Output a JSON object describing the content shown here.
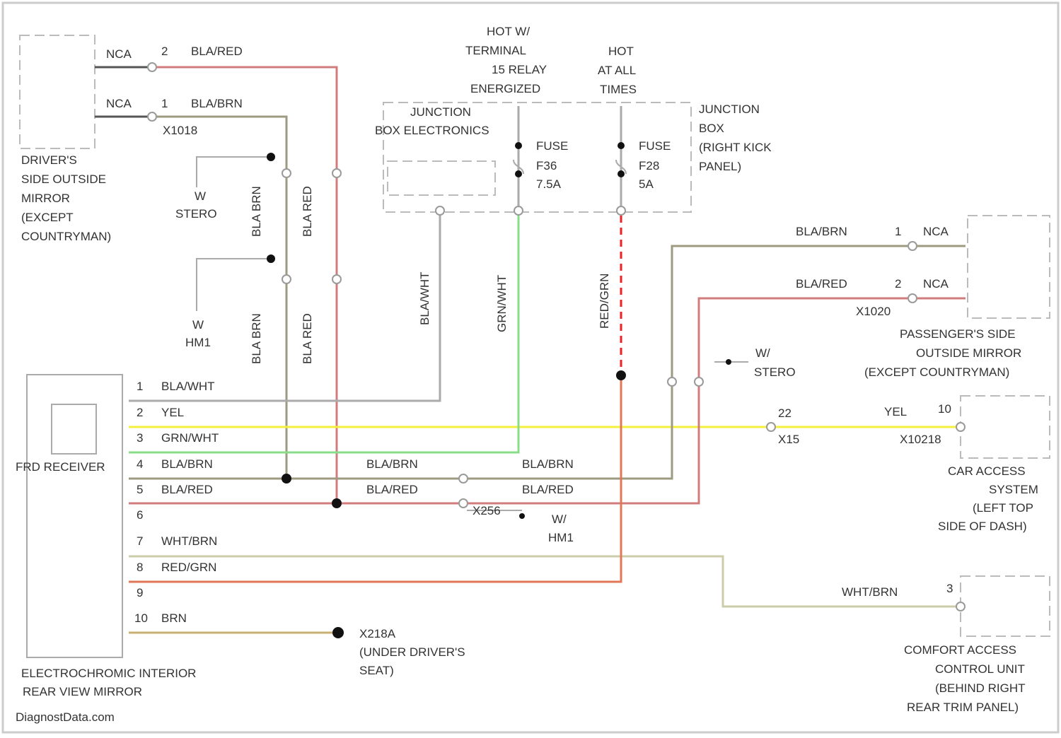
{
  "colors": {
    "bla_red": "#d07c7c",
    "bla_brn": "#9e9a80",
    "grey": "#aaaaaa",
    "yel": "#f4f03c",
    "grn_wht": "#88dd88",
    "red_grn": "#e07755",
    "wht_brn": "#ccccaa",
    "brn": "#c8b070",
    "nca": "#555555",
    "fuse_red": "#ee2222"
  },
  "labels": {
    "drv_mirror": [
      "DRIVER'S",
      "SIDE OUTSIDE",
      "MIRROR",
      "(EXCEPT",
      "COUNTRYMAN)"
    ],
    "nca_top": "NCA",
    "nca_bottom": "NCA",
    "pin_2_top": "2",
    "pin_1_top": "1",
    "bla_red_top": "BLA/RED",
    "bla_brn_top": "BLA/BRN",
    "x1018": "X1018",
    "w_stero_left": [
      "W",
      "STERO"
    ],
    "w_hm_left": [
      "W",
      "HM1"
    ],
    "hot_w_terminal": [
      "HOT W/",
      "TERMINAL",
      "15 RELAY",
      "ENERGIZED"
    ],
    "hot_all_times": [
      "HOT",
      "AT ALL",
      "TIMES"
    ],
    "jbe": [
      "JUNCTION",
      "BOX ELECTRONICS"
    ],
    "fuse_f36": [
      "FUSE",
      "F36",
      "7.5A"
    ],
    "fuse_f28": [
      "FUSE",
      "F28",
      "5A"
    ],
    "junction_box": [
      "JUNCTION",
      "BOX",
      "(RIGHT KICK",
      "PANEL)"
    ],
    "wire_bla_wht_v": "BLA/WHT",
    "wire_grn_wht_v": "GRN/WHT",
    "wire_red_grn_v": "RED/GRN",
    "vert_bla_brn_a": "BLA BRN",
    "vert_bla_red_a": "BLA RED",
    "vert_bla_brn_b": "BLA BRN",
    "vert_bla_red_b": "BLA RED",
    "frd_receiver": "FRD RECEIVER",
    "mirror_pins": [
      {
        "num": "1",
        "label": "BLA/WHT"
      },
      {
        "num": "2",
        "label": "YEL"
      },
      {
        "num": "3",
        "label": "GRN/WHT"
      },
      {
        "num": "4",
        "label": "BLA/BRN"
      },
      {
        "num": "5",
        "label": "BLA/RED"
      },
      {
        "num": "6",
        "label": ""
      },
      {
        "num": "7",
        "label": "WHT/BRN"
      },
      {
        "num": "8",
        "label": "RED/GRN"
      },
      {
        "num": "9",
        "label": ""
      },
      {
        "num": "10",
        "label": "BRN"
      }
    ],
    "mid_bla_brn_1": "BLA/BRN",
    "mid_bla_red_1": "BLA/RED",
    "mid_bla_brn_2": "BLA/BRN",
    "mid_bla_red_2": "BLA/RED",
    "x256": "X256",
    "w_hm1_mid": [
      "W/",
      "HM1"
    ],
    "pass_bla_brn": "BLA/BRN",
    "pass_bla_red": "BLA/RED",
    "pass_pin_1": "1",
    "pass_pin_2": "2",
    "pass_nca_1": "NCA",
    "pass_nca_2": "NCA",
    "x1020": "X1020",
    "pass_mirror": [
      "PASSENGER'S SIDE",
      "OUTSIDE MIRROR",
      "(EXCEPT COUNTRYMAN)"
    ],
    "w_stero_right": [
      "W/",
      "STERO"
    ],
    "yel_right": "YEL",
    "pin_22": "22",
    "pin_10": "10",
    "x15": "X15",
    "x10218": "X10218",
    "car_access": [
      "CAR ACCESS",
      "SYSTEM",
      "(LEFT TOP",
      "SIDE OF DASH)"
    ],
    "wht_brn_right": "WHT/BRN",
    "pin_3_right": "3",
    "x218": [
      "X218A",
      "(UNDER DRIVER'S",
      "SEAT)"
    ],
    "mirror_title": [
      "ELECTROCHROMIC INTERIOR",
      "REAR VIEW MIRROR"
    ],
    "comfort_access": [
      "COMFORT ACCESS",
      "CONTROL UNIT",
      "(BEHIND RIGHT",
      "REAR TRIM PANEL)"
    ],
    "watermark": "DiagnostData.com"
  }
}
